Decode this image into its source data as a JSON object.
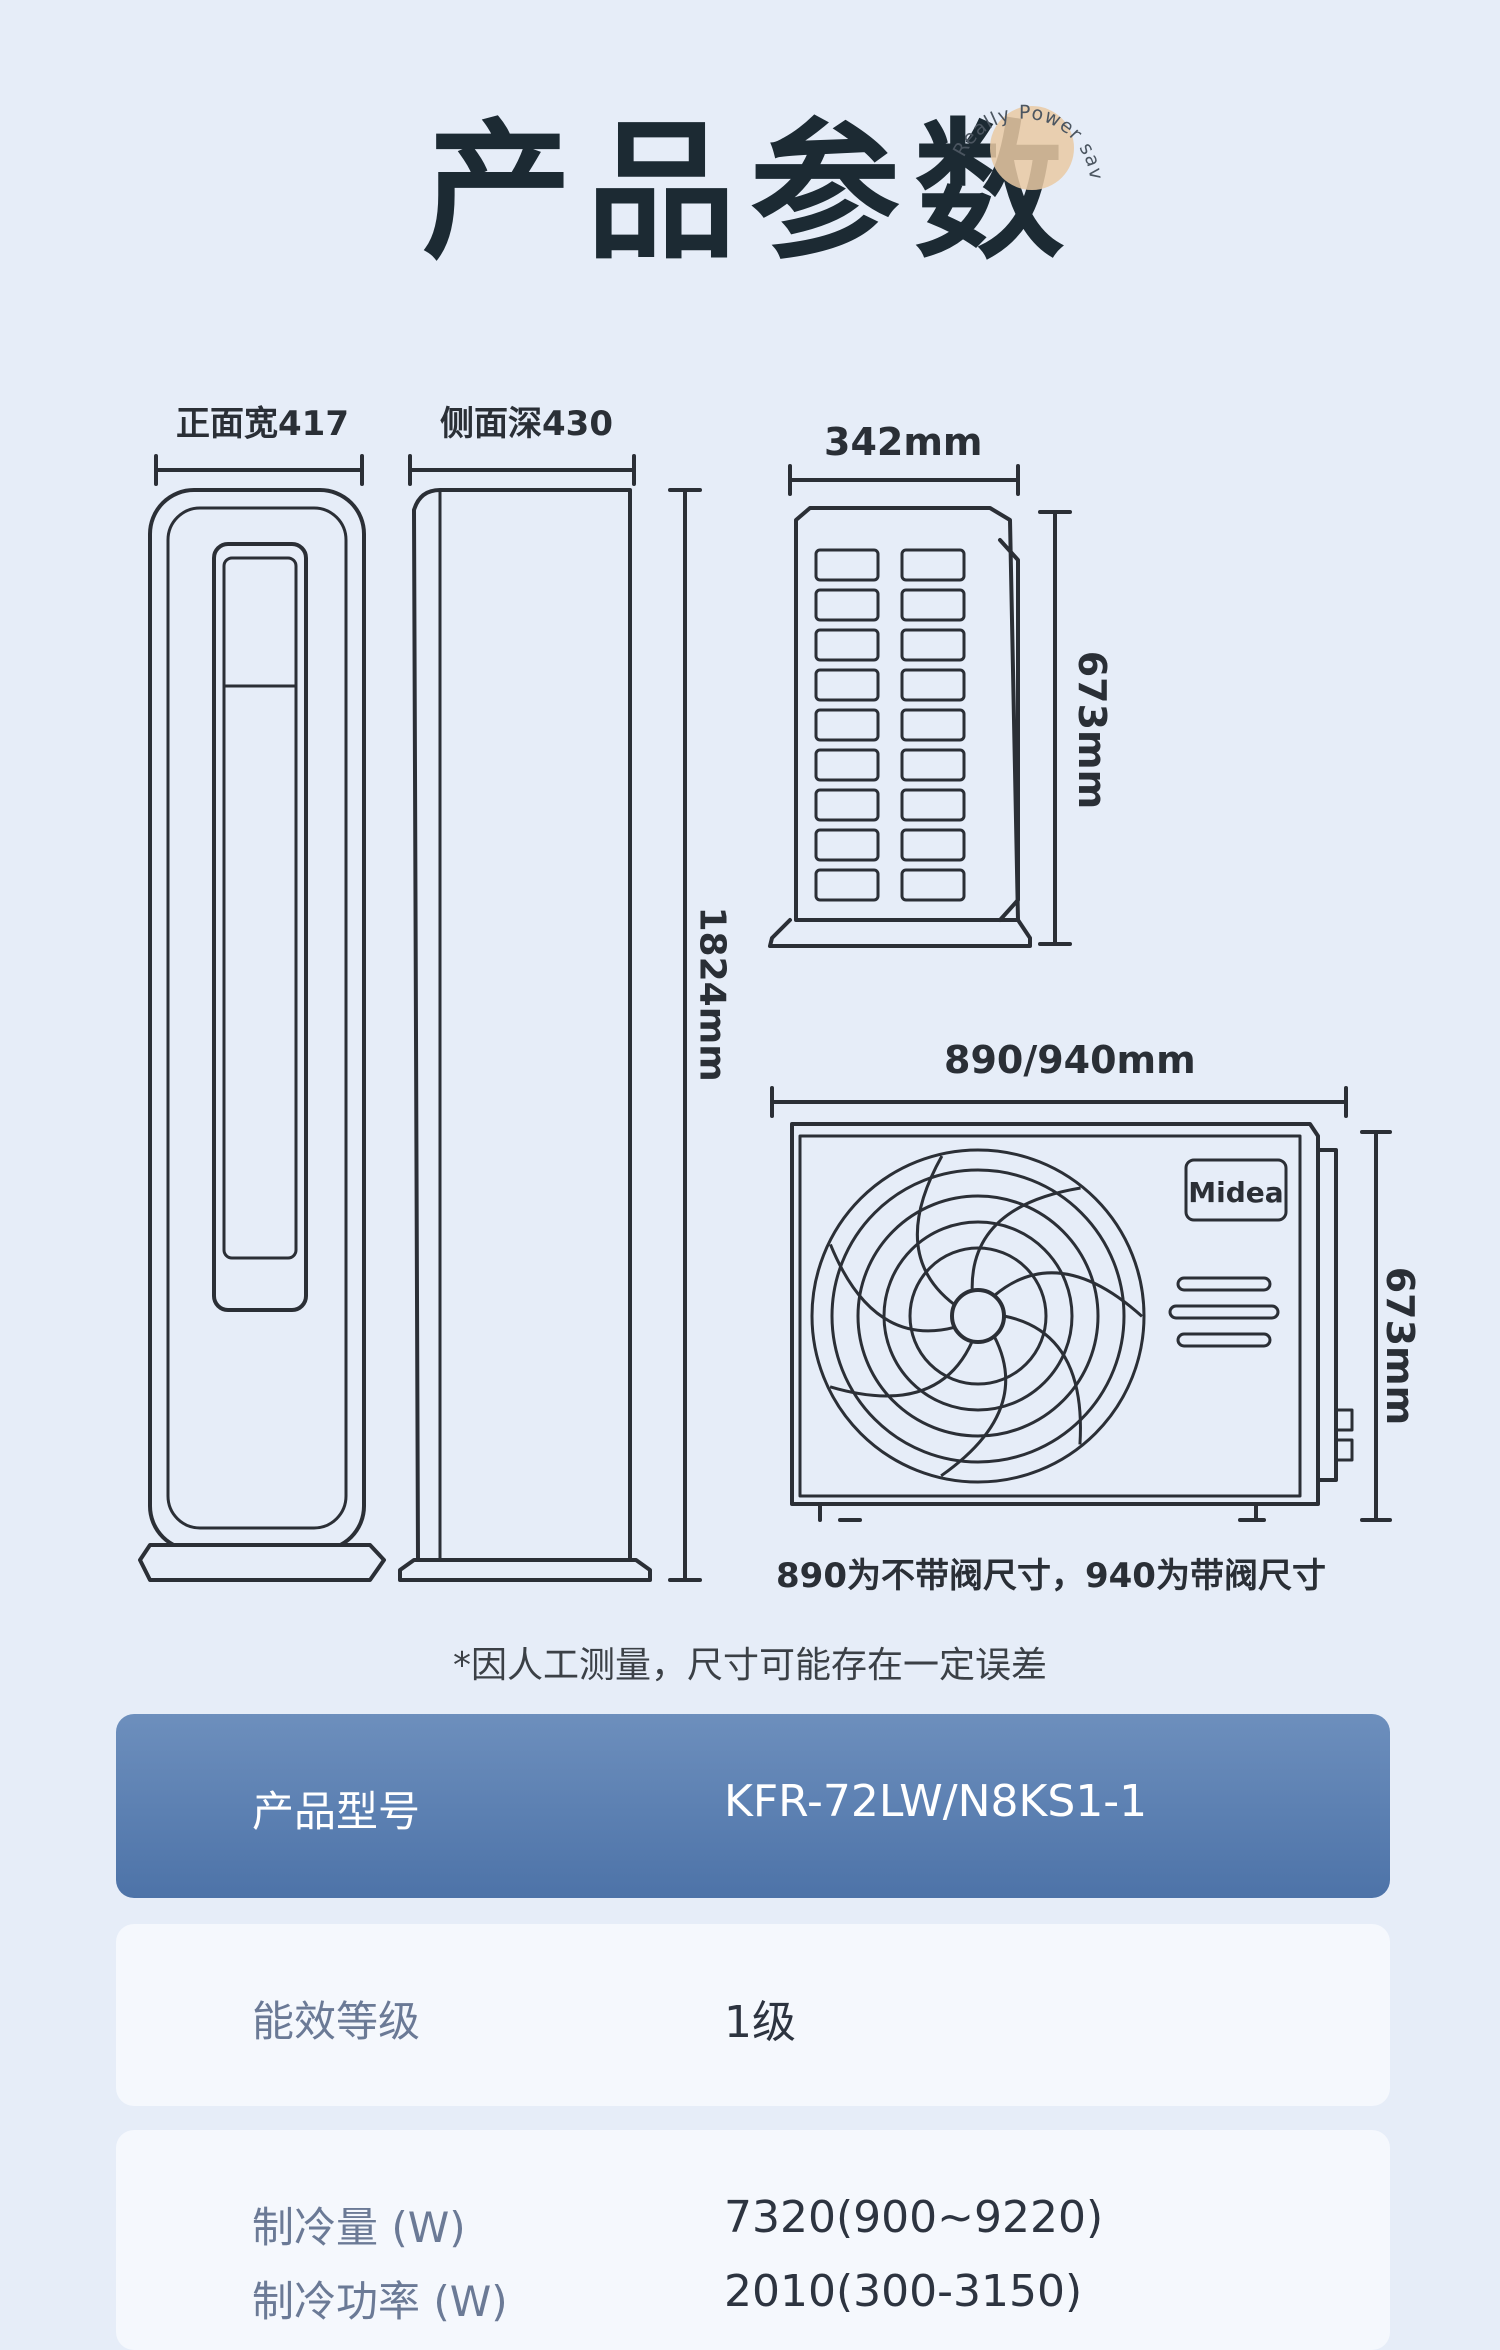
{
  "page": {
    "title": "产品参数",
    "badge_text": "Really Power saving",
    "colors": {
      "background": "#e6edf8",
      "header_row": "#5a7fb2",
      "badge_dot": "#e9c9a3"
    }
  },
  "dimensions": {
    "front_width_label": "正面宽417",
    "side_depth_label": "侧面深430",
    "indoor_height_label": "1824mm",
    "outdoor_side_width_label": "342mm",
    "outdoor_side_height_label": "673mm",
    "outdoor_front_width_label": "890/940mm",
    "outdoor_front_height_label": "673mm",
    "outdoor_brand": "Midea",
    "valve_note": "890为不带阀尺寸，940为带阀尺寸"
  },
  "measure_note": "*因人工测量，尺寸可能存在一定误差",
  "specs": [
    {
      "label": "产品型号",
      "value": "KFR-72LW/N8KS1-1"
    },
    {
      "label": "能效等级",
      "value": "1级"
    },
    {
      "label": "制冷量 (W)",
      "value": "7320(900~9220)"
    },
    {
      "label": "制冷功率 (W)",
      "value": "2010(300-3150)"
    }
  ]
}
